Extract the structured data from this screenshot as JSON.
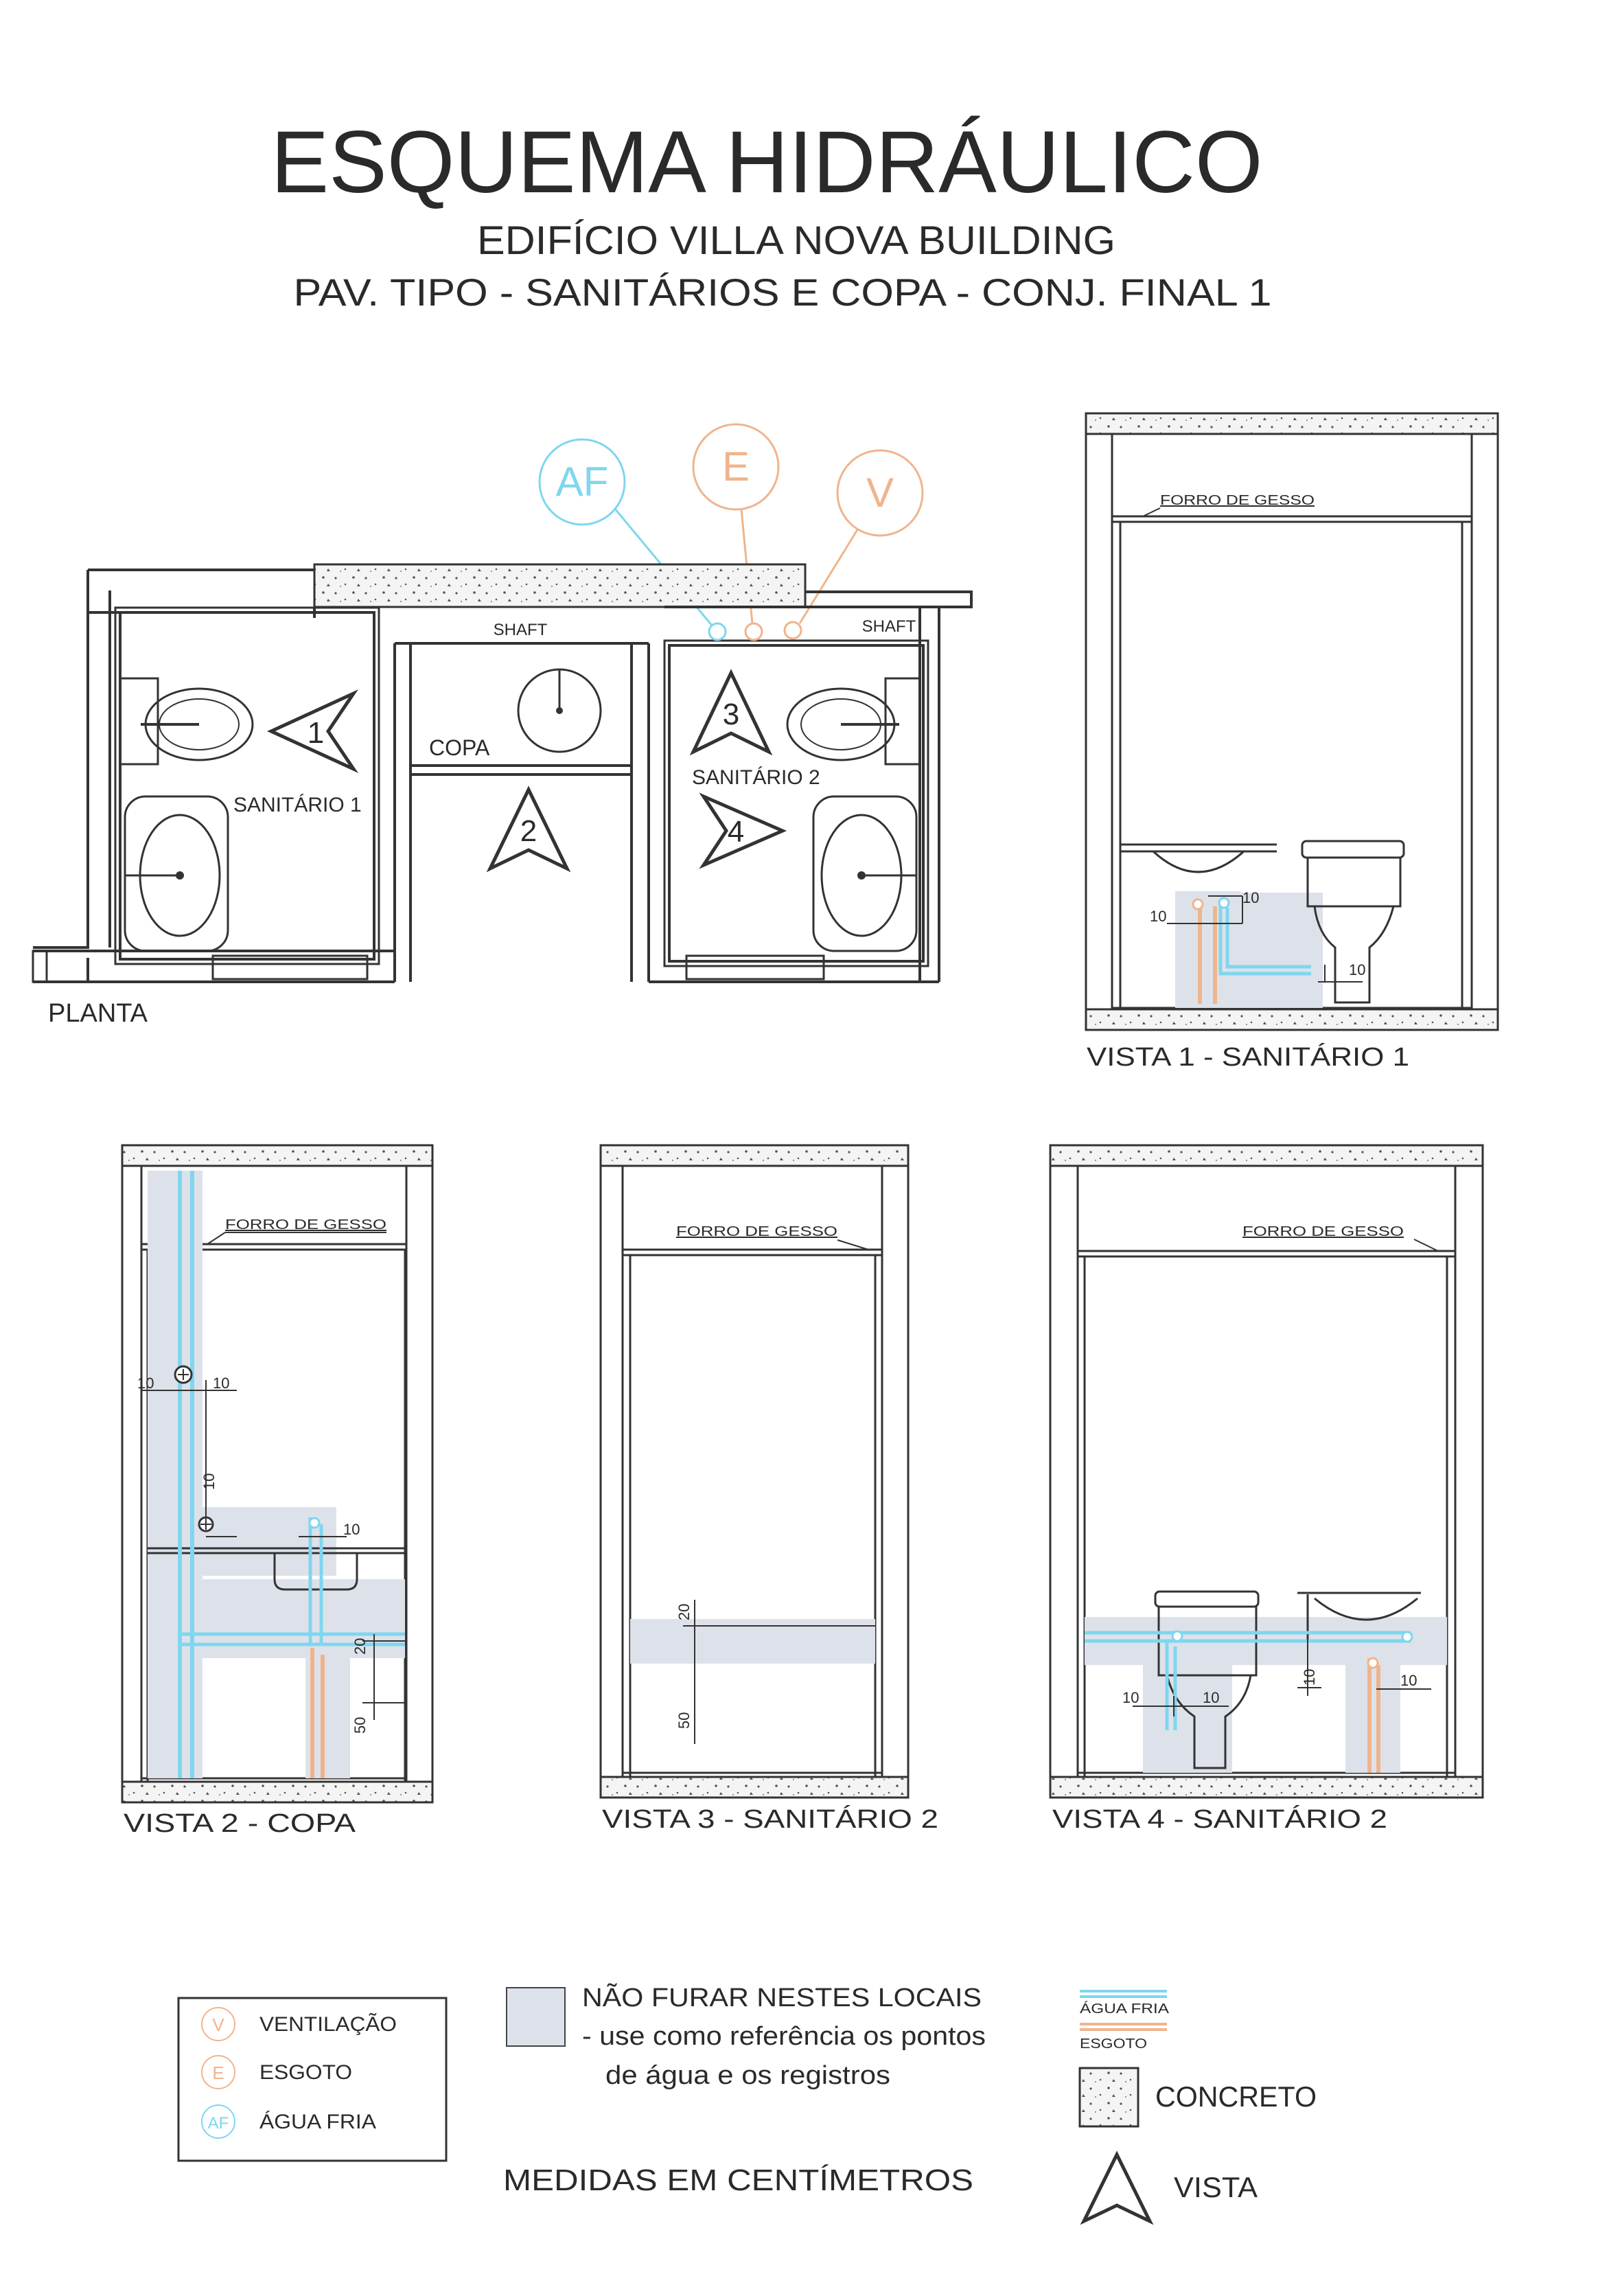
{
  "header": {
    "title": "ESQUEMA HIDRÁULICO",
    "subtitle1": "EDIFÍCIO VILLA NOVA BUILDING",
    "subtitle2": "PAV. TIPO - SANITÁRIOS E COPA - CONJ. FINAL 1"
  },
  "plan": {
    "label": "PLANTA",
    "room1": "SANITÁRIO 1",
    "room2": "SANITÁRIO 2",
    "copa": "COPA",
    "shaft": "SHAFT",
    "bubbles": {
      "af": "AF",
      "e": "E",
      "v": "V"
    },
    "views": [
      "1",
      "2",
      "3",
      "4"
    ]
  },
  "views": {
    "v1": {
      "caption": "VISTA 1 - SANITÁRIO 1",
      "ceiling": "FORRO DE GESSO",
      "dims": [
        "10",
        "10",
        "10"
      ]
    },
    "v2": {
      "caption": "VISTA 2 - COPA",
      "ceiling": "FORRO DE GESSO",
      "dims": [
        "10",
        "10",
        "10",
        "10",
        "20",
        "50"
      ]
    },
    "v3": {
      "caption": "VISTA 3 - SANITÁRIO 2",
      "ceiling": "FORRO DE GESSO",
      "dims": [
        "20",
        "50"
      ]
    },
    "v4": {
      "caption": "VISTA 4 - SANITÁRIO 2",
      "ceiling": "FORRO DE GESSO",
      "dims": [
        "10",
        "10",
        "10",
        "10"
      ]
    }
  },
  "legend": {
    "ventilacao": "VENTILAÇÃO",
    "esgoto": "ESGOTO",
    "agua_fria": "ÁGUA FRIA",
    "no_drill_title": "NÃO FURAR NESTES LOCAIS",
    "no_drill_line1": "- use como referência os pontos",
    "no_drill_line2": "de água e os registros",
    "pipe_af": "ÁGUA FRIA",
    "pipe_es": "ESGOTO",
    "concreto": "CONCRETO",
    "vista": "VISTA",
    "medidas": "MEDIDAS EM  CENTÍMETROS"
  },
  "colors": {
    "agua_fria": "#7fd6ef",
    "esgoto": "#f0b48c",
    "no_drill_zone": "#dde2ea",
    "line": "#333333"
  }
}
